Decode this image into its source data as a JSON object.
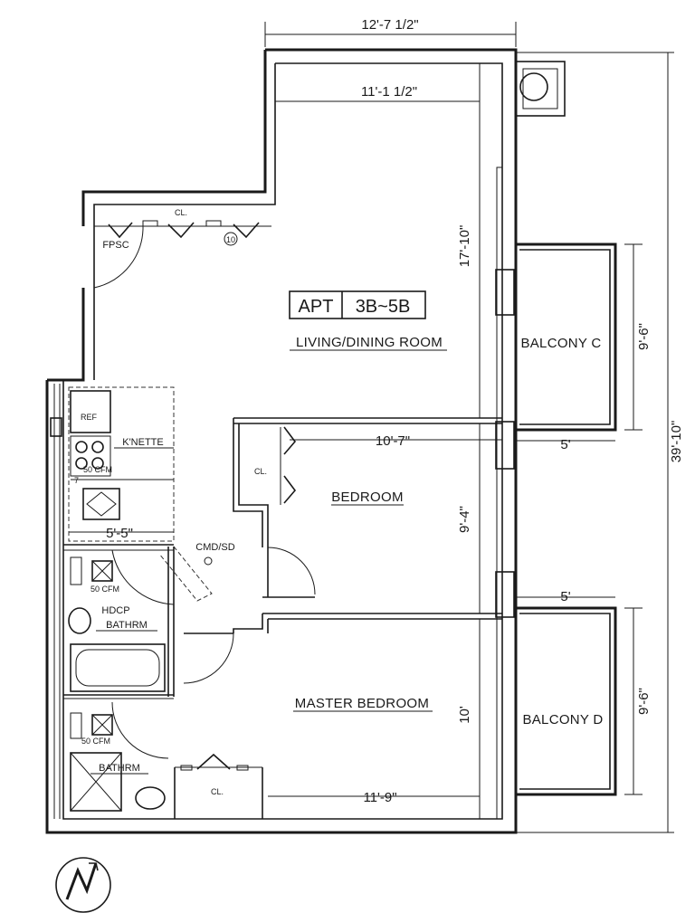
{
  "apartment": {
    "label_apt": "APT",
    "label_unit": "3B~5B"
  },
  "rooms": {
    "living_dining": "LIVING/DINING ROOM",
    "bedroom": "BEDROOM",
    "master_bedroom": "MASTER BEDROOM",
    "kitchenette": "K'NETTE",
    "hdcp_bath_line1": "HDCP",
    "hdcp_bath_line2": "BATHRM",
    "bath": "BATHRM",
    "balcony_c": "BALCONY C",
    "balcony_d": "BALCONY D"
  },
  "closets": {
    "entry": "CL.",
    "bedroom": "CL.",
    "master": "CL."
  },
  "fixtures": {
    "refrigerator": "REF",
    "fan_kitchen": "50 CFM",
    "fan_hdcp": "50 CFM",
    "fan_bath": "50 CFM",
    "fire_panel": "FPSC",
    "detector": "CMD/SD",
    "tag_number": "10",
    "range_mark": "7"
  },
  "dimensions": {
    "overall_width": "12'-7 1/2\"",
    "living_width": "11'-1 1/2\"",
    "living_depth": "17'-10\"",
    "balcony_c_depth": "9'-6\"",
    "balcony_c_width": "5'",
    "balcony_d_width": "5'",
    "balcony_d_depth": "9'-6\"",
    "overall_depth": "39'-10\"",
    "bedroom_width": "10'-7\"",
    "bedroom_depth": "9'-4\"",
    "kitchen_width": "5'-5\"",
    "master_depth": "10'",
    "master_width": "11'-9\""
  }
}
